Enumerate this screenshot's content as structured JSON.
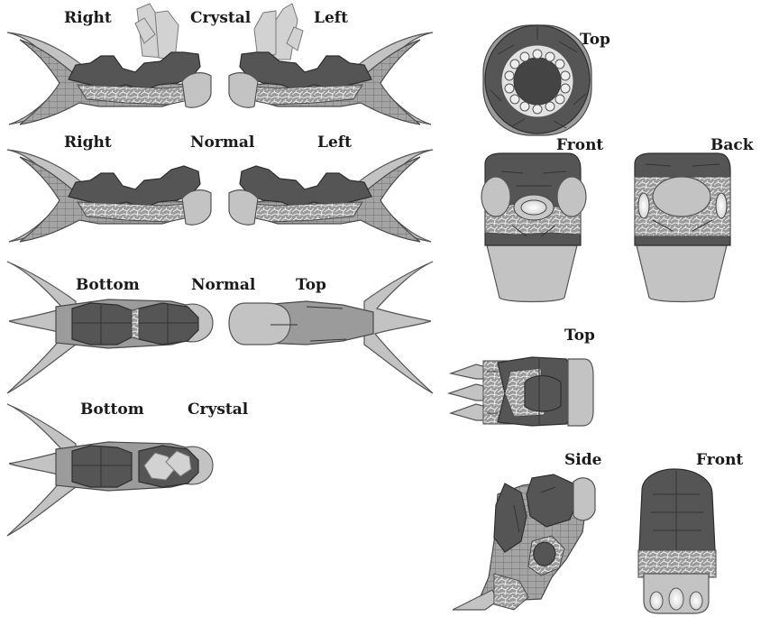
{
  "labels": {
    "side_crystal": {
      "right": "Right",
      "center": "Crystal",
      "left": "Left"
    },
    "side_normal": {
      "right": "Right",
      "center": "Normal",
      "left": "Left"
    },
    "flat_normal": {
      "bottom": "Bottom",
      "center": "Normal",
      "top": "Top"
    },
    "flat_crystal": {
      "bottom": "Bottom",
      "center": "Crystal"
    },
    "head_views": {
      "top": "Top",
      "front": "Front",
      "back": "Back"
    },
    "foot_views": {
      "top": "Top",
      "side": "Side",
      "front": "Front"
    }
  },
  "palette": {
    "light_gray": "#c3c3c3",
    "mid_gray": "#9b9b9b",
    "dark_gray": "#555555",
    "outline": "#333333",
    "background": "#ffffff"
  }
}
